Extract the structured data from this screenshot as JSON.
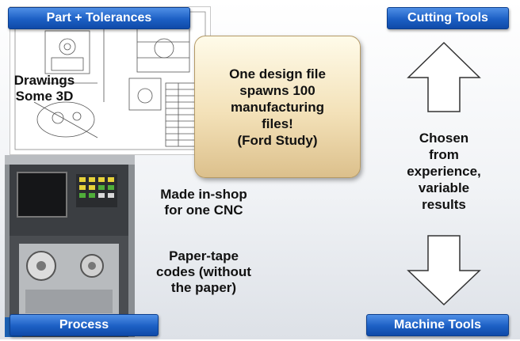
{
  "labels": {
    "part_tolerances": "Part + Tolerances",
    "cutting_tools": "Cutting Tools",
    "process": "Process",
    "machine_tools": "Machine Tools"
  },
  "drawing_text": [
    "Drawings",
    "Some 3D"
  ],
  "callout": [
    "One design file",
    "spawns 100",
    "manufacturing",
    "files!",
    "(Ford Study)"
  ],
  "made_in_shop": [
    "Made in-shop",
    "for one CNC"
  ],
  "paper_tape": [
    "Paper-tape",
    "codes (without",
    "the paper)"
  ],
  "chosen": [
    "Chosen",
    "from",
    "experience,",
    "variable",
    "results"
  ],
  "colors": {
    "label_blue": "#1c5fc4",
    "callout_tan": "#f3e1b8"
  }
}
